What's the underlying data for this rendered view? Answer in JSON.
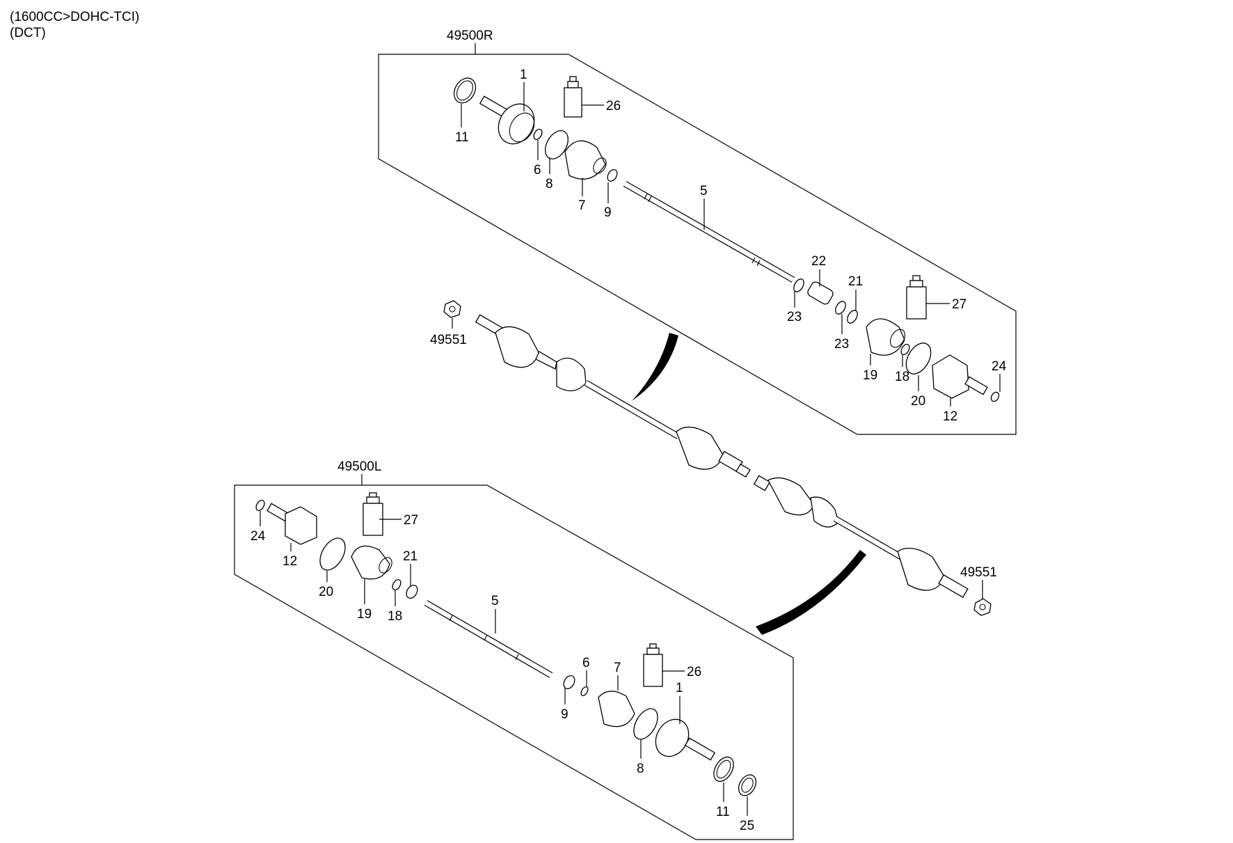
{
  "header": {
    "line1": "(1600CC>DOHC-TCI)",
    "line2": "(DCT)"
  },
  "assemblies": {
    "right": "49500R",
    "left": "49500L"
  },
  "callouts": {
    "r1": "1",
    "r5": "5",
    "r6": "6",
    "r7": "7",
    "r8": "8",
    "r9": "9",
    "r11": "11",
    "r12": "12",
    "r18": "18",
    "r19": "19",
    "r20": "20",
    "r21": "21",
    "r22": "22",
    "r23a": "23",
    "r23b": "23",
    "r24": "24",
    "r26": "26",
    "r27": "27",
    "l1": "1",
    "l5": "5",
    "l6": "6",
    "l7": "7",
    "l8": "8",
    "l9": "9",
    "l11": "11",
    "l12": "12",
    "l18": "18",
    "l19": "19",
    "l20": "20",
    "l21": "21",
    "l24": "24",
    "l25": "25",
    "l26": "26",
    "l27": "27",
    "nutTop": "49551",
    "nutBottom": "49551"
  }
}
